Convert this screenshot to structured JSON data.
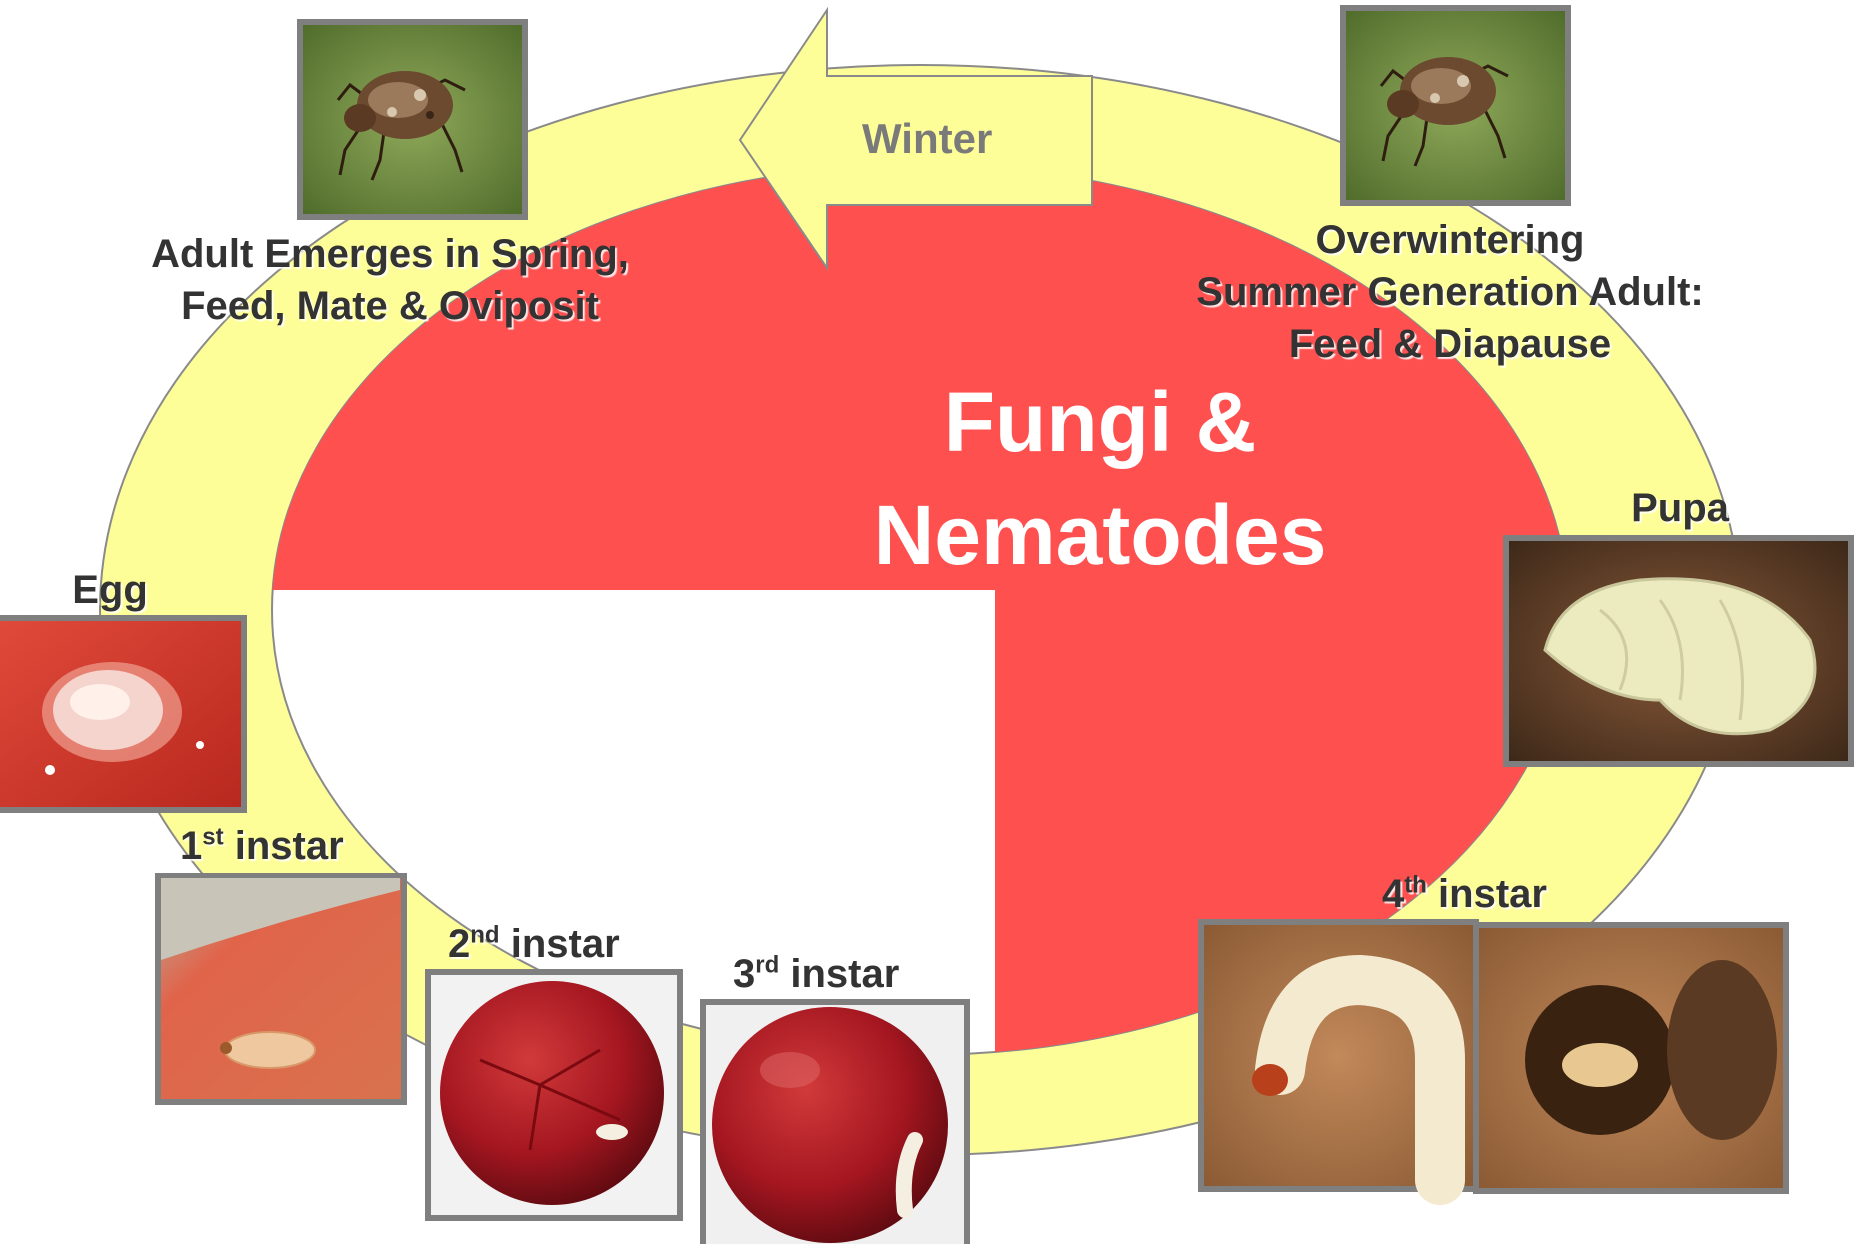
{
  "center": {
    "line1": "Fungi &",
    "line2": "Nematodes"
  },
  "arrow": {
    "label": "Winter"
  },
  "stages": {
    "adult_spring": {
      "line1": "Adult Emerges in Spring,",
      "line2": "Feed, Mate & Oviposit"
    },
    "overwintering": {
      "line1": "Overwintering",
      "line2": "Summer Generation Adult:",
      "line3": "Feed & Diapause"
    },
    "pupa": {
      "label": "Pupa"
    },
    "egg": {
      "label": "Egg"
    },
    "first_instar": {
      "num": "1",
      "sup": "st",
      "word": "instar"
    },
    "second_instar": {
      "num": "2",
      "sup": "nd",
      "word": "instar"
    },
    "third_instar": {
      "num": "3",
      "sup": "rd",
      "word": "instar"
    },
    "fourth_instar": {
      "num": "4",
      "sup": "th",
      "word": "instar"
    }
  },
  "colors": {
    "ring": "#fefe99",
    "ring_stroke": "#8a8a8a",
    "danger_zone": "#ff5050",
    "photo_border": "#7f7f7f",
    "label_text": "#333333"
  },
  "photos": [
    "weevil-photo",
    "weevil-photo",
    "egg-on-berry-photo",
    "first-instar-photo",
    "second-instar-berry-photo",
    "third-instar-berry-photo",
    "pupa-photo",
    "fourth-instar-larva-photo",
    "fourth-instar-cell-photo"
  ]
}
